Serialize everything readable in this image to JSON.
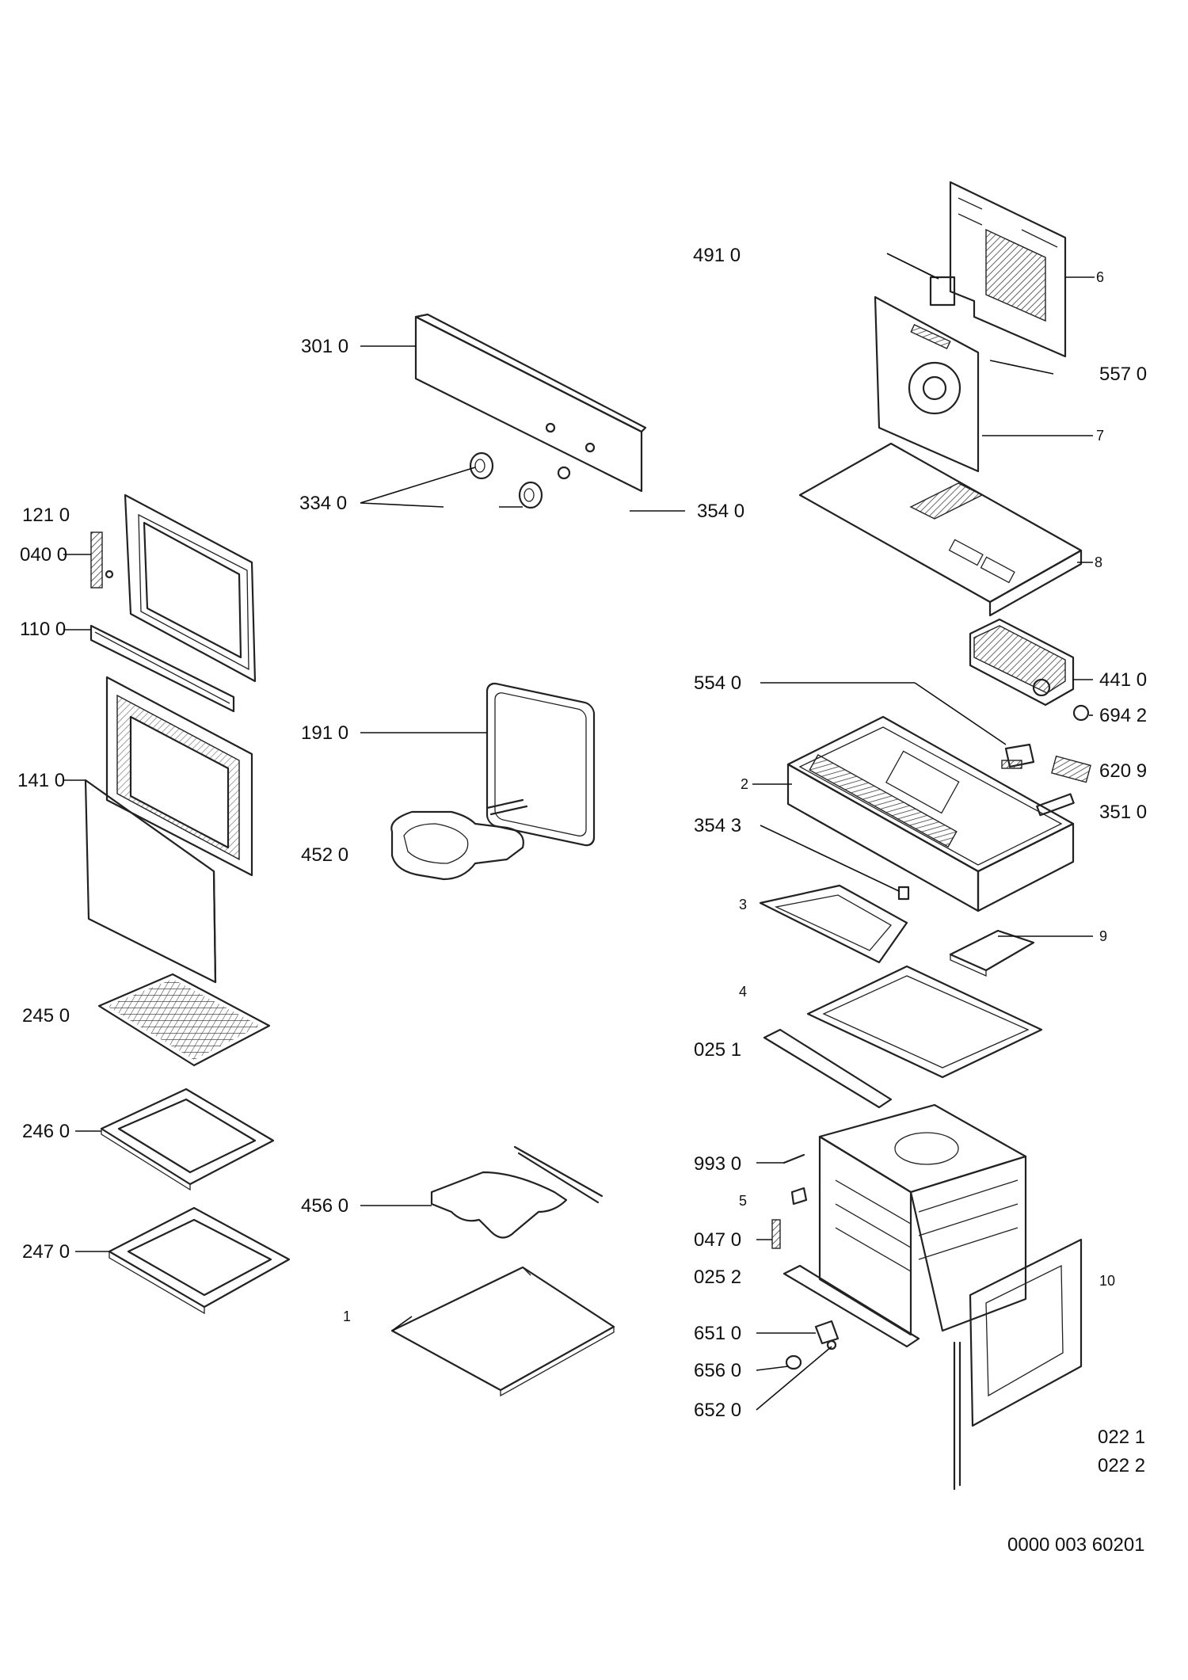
{
  "callouts": {
    "c491": "491 0",
    "c6": "6",
    "c557": "557 0",
    "c7": "7",
    "c8": "8",
    "c301": "301 0",
    "c334": "334 0",
    "c354a": "354 0",
    "c121": "121 0",
    "c040": "040 0",
    "c110": "110 0",
    "c441": "441 0",
    "c554": "554 0",
    "c694": "694 2",
    "c191": "191 0",
    "c620": "620 9",
    "c141": "141 0",
    "c2": "2",
    "c351": "351 0",
    "c452": "452 0",
    "c354b": "354 3",
    "c3": "3",
    "c9": "9",
    "c4": "4",
    "c245": "245 0",
    "c025a": "025 1",
    "c246": "246 0",
    "c993": "993 0",
    "c456": "456 0",
    "c5": "5",
    "c247": "247 0",
    "c047": "047 0",
    "c025b": "025 2",
    "c10": "10",
    "c1": "1",
    "c651": "651 0",
    "c656": "656 0",
    "c652": "652 0",
    "c022a": "022 1",
    "c022b": "022 2",
    "docnum": "0000 003 60201"
  }
}
